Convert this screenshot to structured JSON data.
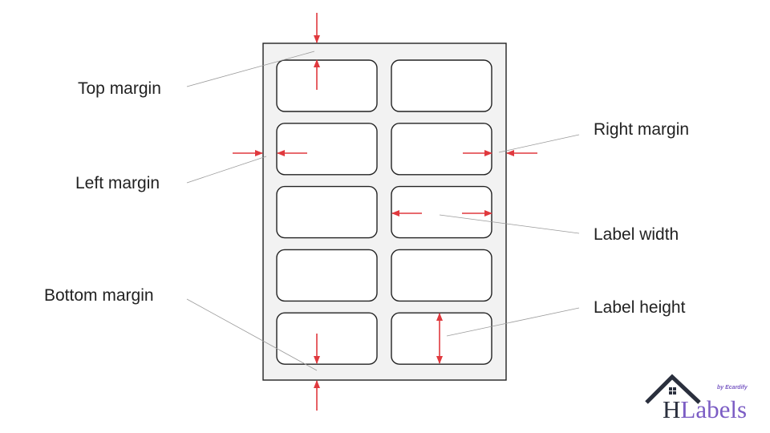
{
  "labels": {
    "top_margin": "Top margin",
    "left_margin": "Left margin",
    "bottom_margin": "Bottom margin",
    "right_margin": "Right margin",
    "label_width": "Label width",
    "label_height": "Label height"
  },
  "sheet": {
    "rows": 5,
    "columns": 2
  },
  "logo": {
    "brand": "HLabels",
    "byline": "by Ecardify"
  },
  "colors": {
    "arrow": "#e0393e",
    "sheet_fill": "#f2f2f2",
    "outline": "#222222",
    "leader_line": "#9a9a9a",
    "logo_dark": "#2a2f3d",
    "logo_purple": "#7b5cc4"
  }
}
